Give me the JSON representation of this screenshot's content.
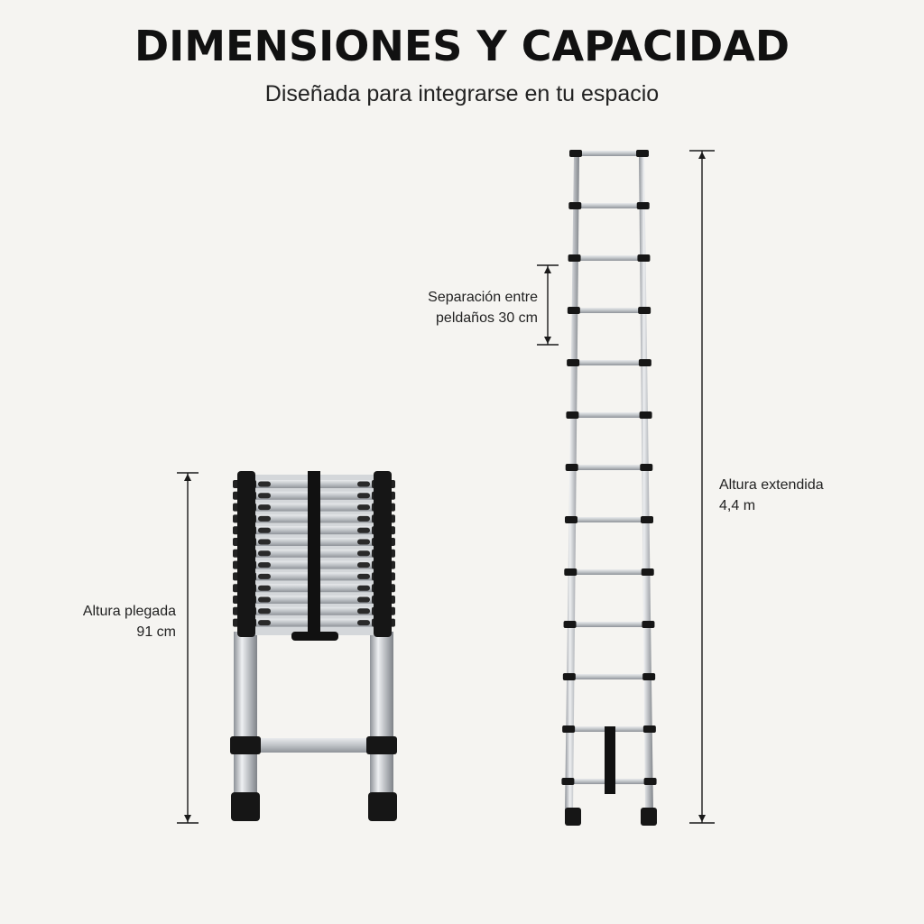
{
  "header": {
    "title": "DIMENSIONES Y CAPACIDAD",
    "subtitle": "Diseñada para integrarse en tu espacio"
  },
  "annotations": {
    "step_spacing": {
      "line1": "Separación entre",
      "line2": "peldaños 30 cm"
    },
    "extended_height": {
      "line1": "Altura extendida",
      "line2": "4,4 m"
    },
    "folded_height": {
      "line1": "Altura plegada",
      "line2": "91 cm"
    }
  },
  "colors": {
    "background": "#f5f4f1",
    "text": "#1a1a1a",
    "aluminum": "#c9ccd0",
    "black_parts": "#161616"
  },
  "ladders": {
    "extended": {
      "rungs": 13
    },
    "folded": {
      "stacked_rungs": 13
    }
  }
}
